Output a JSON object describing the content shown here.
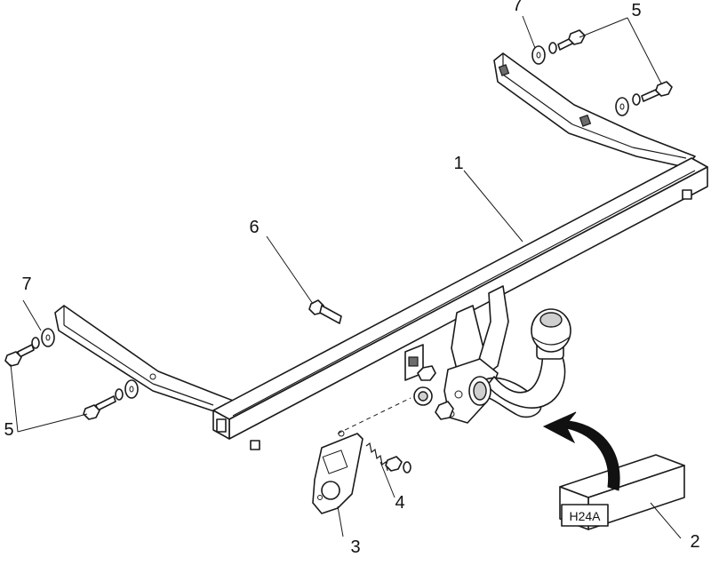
{
  "diagram": {
    "callouts": [
      {
        "id": "1",
        "label": "1"
      },
      {
        "id": "2",
        "label": "2"
      },
      {
        "id": "3",
        "label": "3"
      },
      {
        "id": "4",
        "label": "4"
      },
      {
        "id": "5a",
        "label": "5"
      },
      {
        "id": "5b",
        "label": "5"
      },
      {
        "id": "6",
        "label": "6"
      },
      {
        "id": "7a",
        "label": "7"
      },
      {
        "id": "7b",
        "label": "7"
      }
    ],
    "box_label": "H24A",
    "colors": {
      "line": "#1a1a1a",
      "background": "#ffffff",
      "shade": "#cfcfcf"
    }
  }
}
